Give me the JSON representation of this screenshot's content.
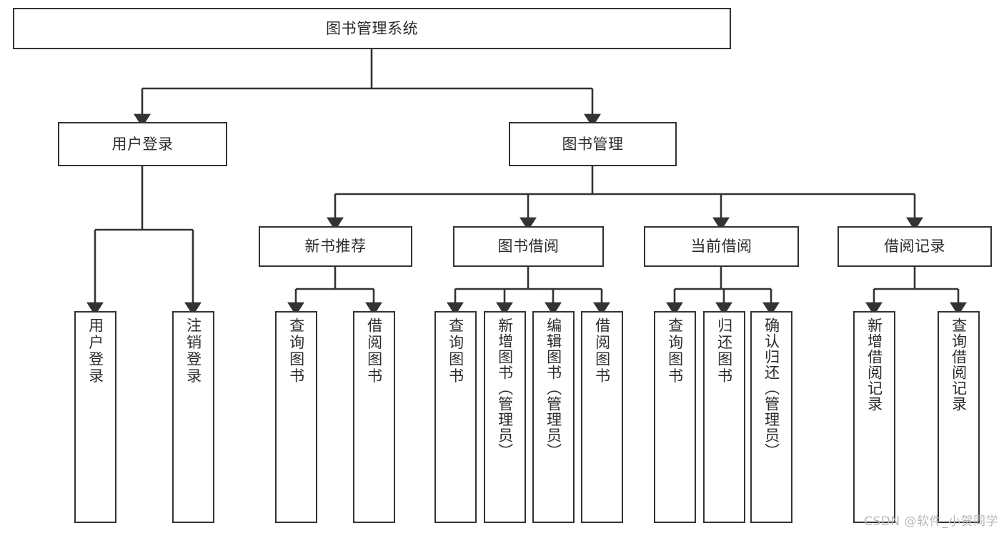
{
  "diagram": {
    "title": "图书管理系统",
    "type": "tree",
    "watermark": "CSDN @软件_小贺同学",
    "colors": {
      "border": "#333333",
      "background": "#ffffff",
      "text": "#2b2b2b",
      "watermark": "#b9b9b9"
    },
    "nodes": {
      "root": {
        "label": "图书管理系统",
        "level": 0
      },
      "l1": [
        {
          "label": "用户登录",
          "level": 1
        },
        {
          "label": "图书管理",
          "level": 1
        }
      ],
      "l2": [
        {
          "label": "新书推荐",
          "level": 2
        },
        {
          "label": "图书借阅",
          "level": 2
        },
        {
          "label": "当前借阅",
          "level": 2
        },
        {
          "label": "借阅记录",
          "level": 2
        }
      ],
      "leaves_user_login": [
        {
          "label": "用户登录",
          "level": 2
        },
        {
          "label": "注销登录",
          "level": 2
        }
      ],
      "leaves_new_book": [
        {
          "label": "查询图书",
          "level": 3
        },
        {
          "label": "借阅图书",
          "level": 3
        }
      ],
      "leaves_borrow": [
        {
          "label": "查询图书",
          "level": 3
        },
        {
          "label": "新增图书（管理员）",
          "level": 3
        },
        {
          "label": "编辑图书（管理员）",
          "level": 3
        },
        {
          "label": "借阅图书",
          "level": 3
        }
      ],
      "leaves_current": [
        {
          "label": "查询图书",
          "level": 3
        },
        {
          "label": "归还图书",
          "level": 3
        },
        {
          "label": "确认归还（管理员）",
          "level": 3
        }
      ],
      "leaves_records": [
        {
          "label": "新增借阅记录",
          "level": 3
        },
        {
          "label": "查询借阅记录",
          "level": 3
        }
      ]
    }
  }
}
